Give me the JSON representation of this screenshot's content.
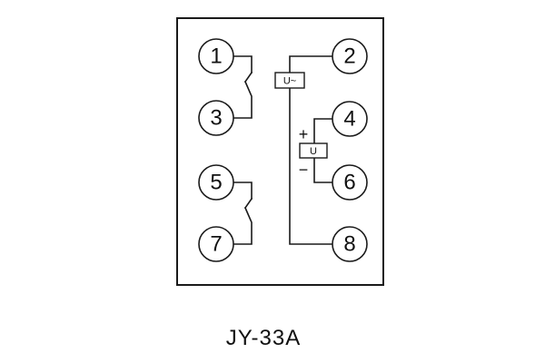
{
  "diagram": {
    "model": "JY-33A",
    "terminals": {
      "t1": "1",
      "t2": "2",
      "t3": "3",
      "t4": "4",
      "t5": "5",
      "t6": "6",
      "t7": "7",
      "t8": "8"
    },
    "ac_coil_label": "U~",
    "dc_coil_label": "U",
    "plus_sign": "+",
    "minus_sign": "−"
  }
}
